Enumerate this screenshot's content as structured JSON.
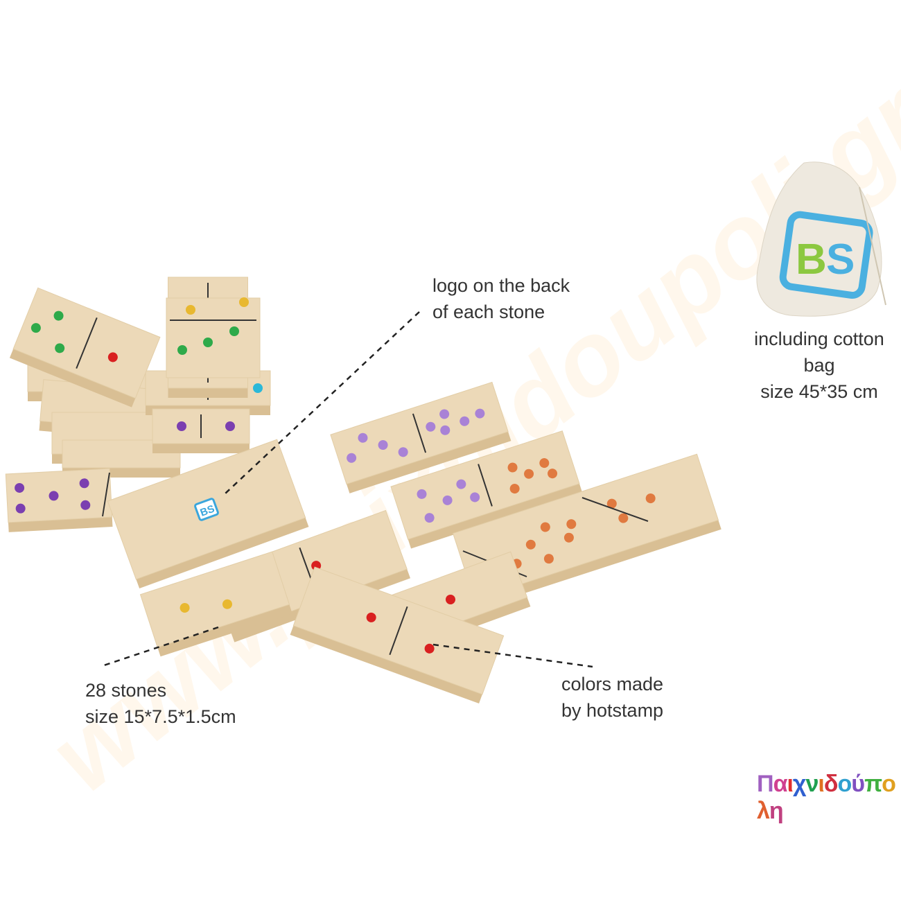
{
  "annotations": {
    "logo_back": [
      "logo on the back",
      "of each stone"
    ],
    "bag": [
      "including cotton",
      "bag",
      "size 45*35 cm"
    ],
    "stones": [
      "28 stones",
      "size 15*7.5*1.5cm"
    ],
    "colors": [
      "colors made",
      "by hotstamp"
    ]
  },
  "brand_logo": "Παιχνιδούπολη",
  "bag_logo": "BS",
  "stone_logo": "BS",
  "watermark": "www.paixnidoupoli.gr",
  "colors": {
    "wood": "#ecd9b8",
    "wood_edge": "#d9bf94",
    "green": "#2eaa4a",
    "red": "#d92020",
    "purple": "#7b3fb0",
    "lilac": "#a982d6",
    "orange": "#e07a40",
    "yellow": "#e8b830",
    "cyan": "#2bb8d8"
  }
}
